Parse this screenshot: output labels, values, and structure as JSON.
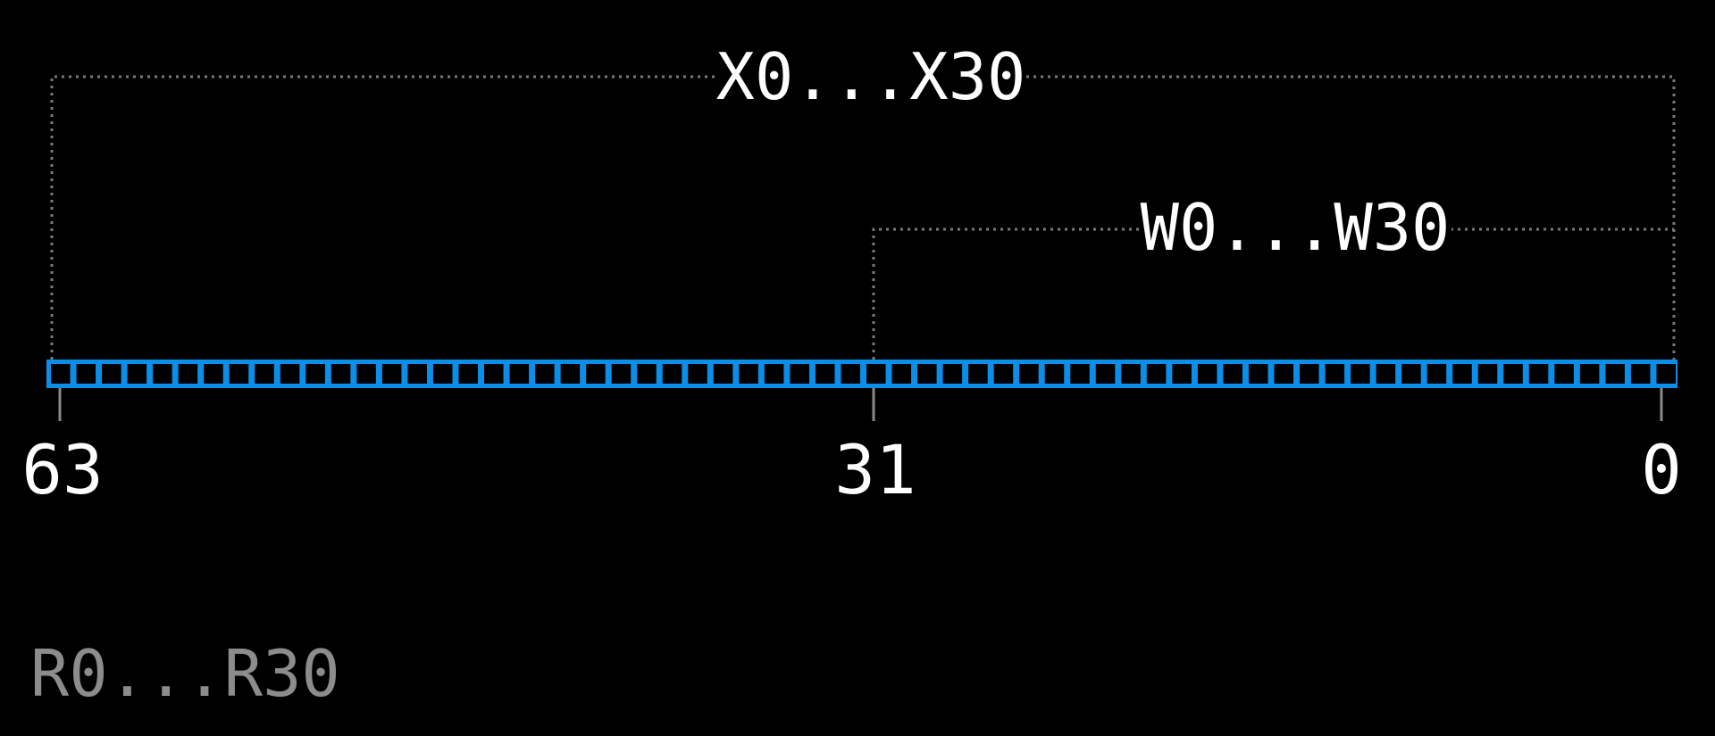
{
  "diagram": {
    "register_width_bits": 64,
    "labels": {
      "x_range": "X0...X30",
      "w_range": "W0...W30",
      "r_range": "R0...R30"
    },
    "bit_positions": [
      "63",
      "31",
      "0"
    ],
    "colors": {
      "background": "#000000",
      "register": "#0a8ee8",
      "cell_fill": "#000000",
      "text": "#ffffff",
      "bracket": "#7a7a7a",
      "tick": "#8a8a8a",
      "muted_text": "#8c8c8c"
    }
  }
}
